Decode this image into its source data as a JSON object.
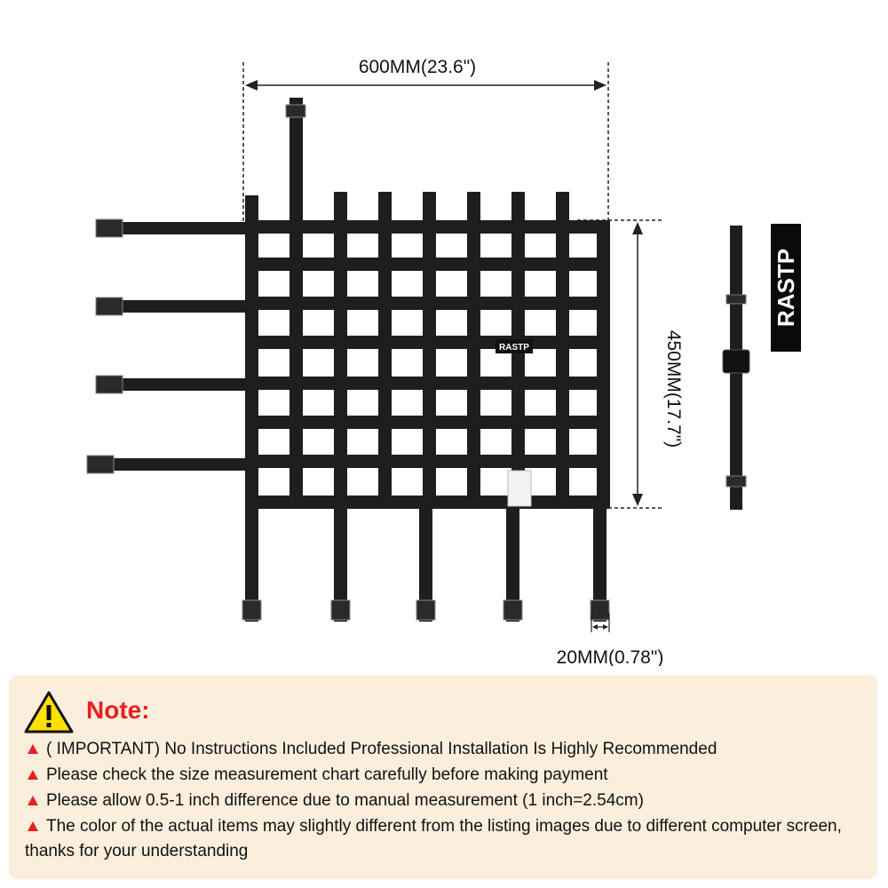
{
  "dimensions": {
    "width_label": "600MM(23.6\")",
    "height_label": "450MM(17.7\")",
    "strap_label": "20MM(0.78\")"
  },
  "brand": {
    "logo_text": "RASTP"
  },
  "note": {
    "title": "Note:",
    "items": [
      "( IMPORTANT) No Instructions Included Professional Installation Is Highly Recommended",
      "Please check the size measurement chart carefully before making payment",
      "Please allow 0.5-1 inch difference due to manual measurement (1 inch=2.54cm)",
      "The color of the actual items may slightly different from the listing images due to different computer screen, thanks for your understanding"
    ]
  },
  "colors": {
    "net": "#1e1e1e",
    "accent_red": "#e8201f",
    "note_bg": "#fbeedd",
    "warning_yellow": "#ffe000"
  },
  "icons": {
    "warning": "warning-triangle-icon",
    "bullet": "red-triangle-bullet-icon"
  }
}
